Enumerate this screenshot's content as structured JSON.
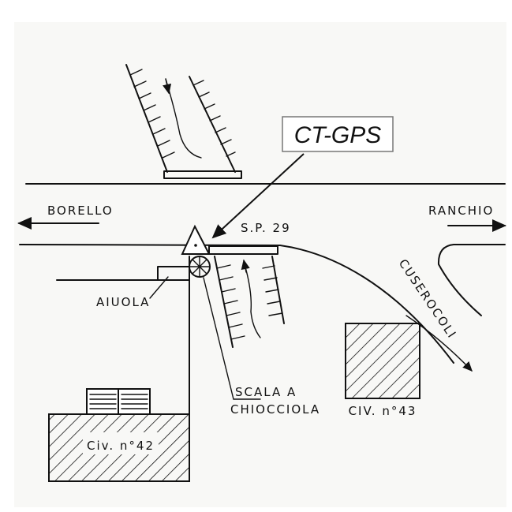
{
  "callout": {
    "label": "CT-GPS"
  },
  "road": {
    "name": "S.P. 29"
  },
  "directions": {
    "left": "BORELLO",
    "right": "RANCHIO",
    "branch": "CUSEROCOLI"
  },
  "features": {
    "flowerbed": "AIUOLA",
    "stair_line1": "SCALA A",
    "stair_line2": "CHIOCCIOLA"
  },
  "buildings": [
    {
      "label": "Civ. n°42"
    },
    {
      "label": "CIV. n°43"
    }
  ]
}
